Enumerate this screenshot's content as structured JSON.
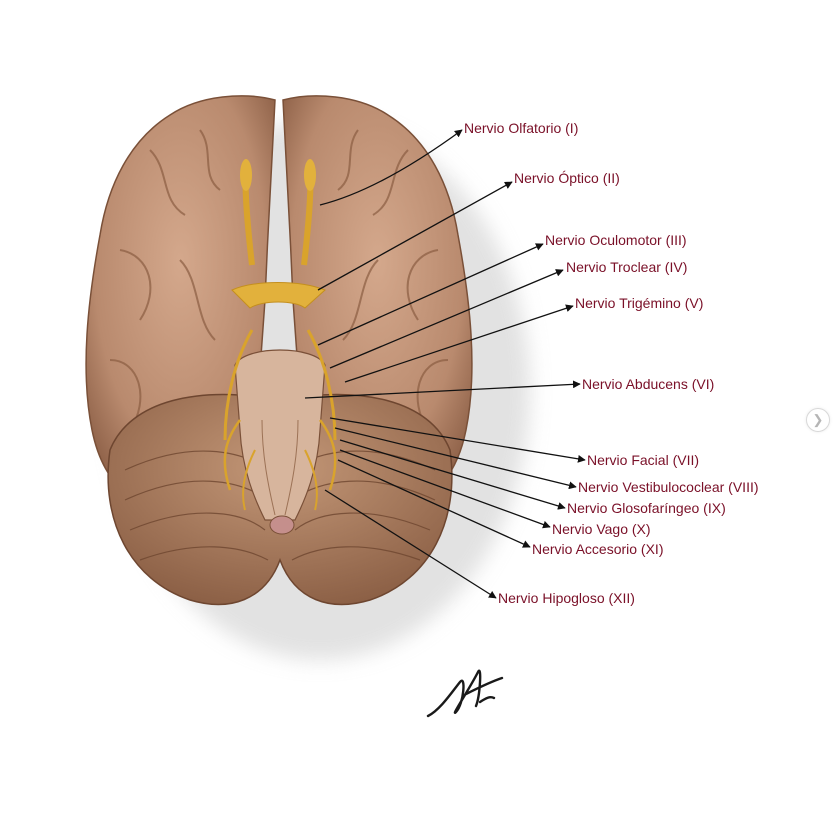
{
  "labels": [
    "Nervio Olfatorio (I)",
    "Nervio Óptico (II)",
    "Nervio Oculomotor (III)",
    "Nervio Troclear (IV)",
    "Nervio Trigémino (V)",
    "Nervio Abducens (VI)",
    "Nervio Facial (VII)",
    "Nervio Vestibulococlear (VIII)",
    "Nervio Glosofaríngeo (IX)",
    "Nervio Vago (X)",
    "Nervio Accesorio (XI)",
    "Nervio Hipogloso (XII)"
  ],
  "colors": {
    "label": "#7a1028",
    "brain": "#b98a6e",
    "cerebellum": "#a87c60",
    "nerve": "#d9a32c"
  },
  "icons": {
    "carousel_next": "chevron-right-icon"
  }
}
